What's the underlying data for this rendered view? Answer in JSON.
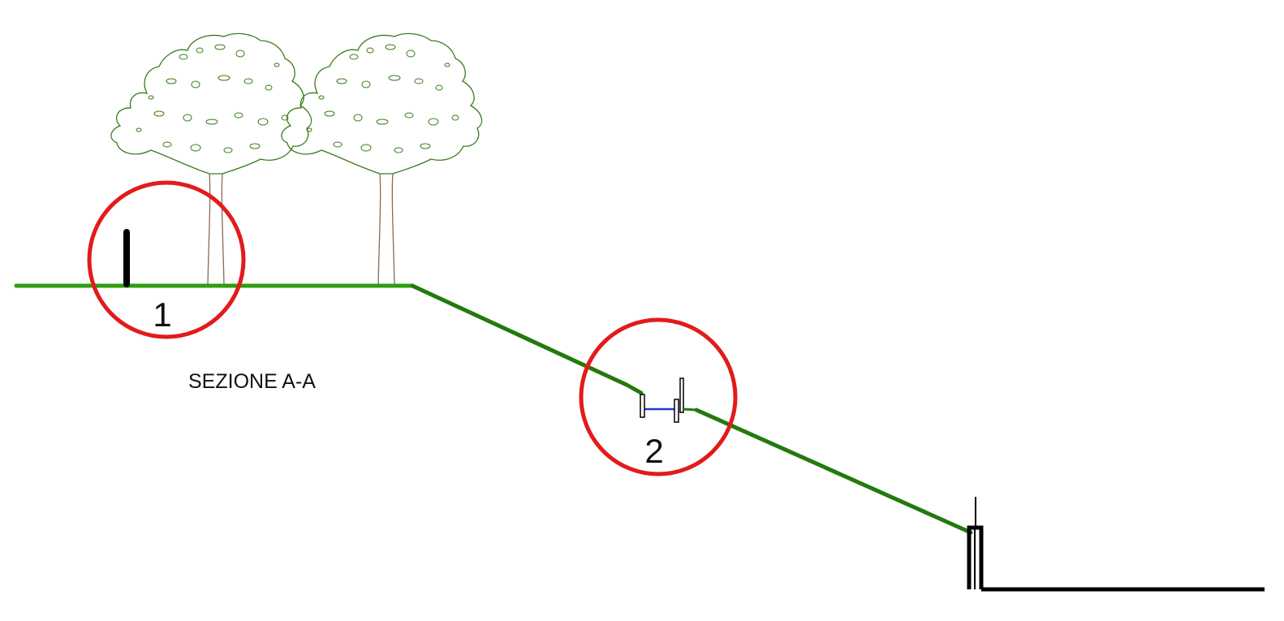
{
  "section": {
    "title": "SEZIONE A-A"
  },
  "callouts": [
    {
      "number": "1"
    },
    {
      "number": "2"
    }
  ],
  "colors": {
    "ground": "#2e9e12",
    "slope": "#237a0c",
    "callout_circle": "#e21b1b",
    "tree_canopy": "#3a7d1e",
    "tree_trunk": "#8a6a52",
    "pipe": "#1f36d6",
    "structure": "#000000"
  },
  "icons": {
    "tree": "tree-elevation-icon",
    "fence_post": "post-icon",
    "wall": "retaining-wall-icon"
  }
}
